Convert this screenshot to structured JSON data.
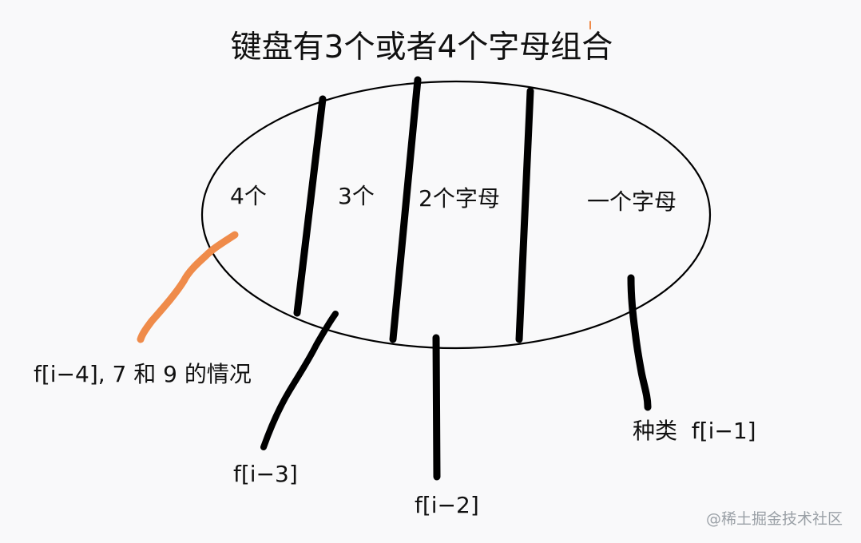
{
  "title": "键盘有3个或者4个字母组合",
  "sections": [
    {
      "label": "4个"
    },
    {
      "label": "3个"
    },
    {
      "label": "2个字母"
    },
    {
      "label": "一个字母"
    }
  ],
  "annotations": {
    "f_i_4": "f[i−4], 7 和 9 的情况",
    "f_i_3": "f[i−3]",
    "f_i_2": "f[i−2]",
    "f_i_1": "种类  f[i−1]"
  },
  "watermark": "@稀土掘金技术社区",
  "colors": {
    "ink": "#000000",
    "highlight": "#ef8b4a",
    "background": "#f9f9fa",
    "watermark": "#9aa0a6"
  }
}
